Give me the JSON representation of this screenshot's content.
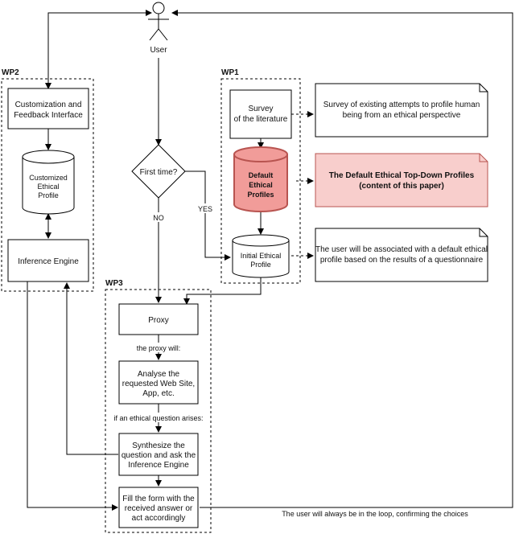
{
  "actor": {
    "label": "User"
  },
  "clusters": {
    "wp1": "WP1",
    "wp2": "WP2",
    "wp3": "WP3"
  },
  "wp2": {
    "customization_line1": "Customization and",
    "customization_line2": "Feedback Interface",
    "profile_line1": "Customized",
    "profile_line2": "Ethical",
    "profile_line3": "Profile",
    "inference": "Inference Engine"
  },
  "decision": {
    "label": "First time?",
    "no": "NO",
    "yes": "YES"
  },
  "wp1": {
    "survey_line1": "Survey",
    "survey_line2": "of the literature",
    "default_line1": "Default",
    "default_line2": "Ethical",
    "default_line3": "Profiles",
    "initial_line1": "Initial Ethical",
    "initial_line2": "Profile"
  },
  "notes": {
    "survey_line1": "Survey of existing attempts to profile human",
    "survey_line2": "being from an ethical perspective",
    "default_line1": "The Default Ethical Top-Down Profiles",
    "default_line2": "(content of this paper)",
    "initial_line1": "The user will be associated with a default ethical",
    "initial_line2": "profile based on the results of a questionnaire"
  },
  "wp3": {
    "proxy": "Proxy",
    "proxy_will": "the proxy will:",
    "analyse_line1": "Analyse the",
    "analyse_line2": "requested Web Site,",
    "analyse_line3": "App, etc.",
    "question_arises": "if an ethical question arises:",
    "synth_line1": "Synthesize the",
    "synth_line2": "question and ask the",
    "synth_line3": "Inference Engine",
    "fill_line1": "Fill the form with the",
    "fill_line2": "received answer or",
    "fill_line3": "act accordingly"
  },
  "loop_note": "The user will always be in the loop, confirming the choices",
  "colors": {
    "highlight_fill": "#f8cecc",
    "highlight_stroke": "#b85450",
    "db_fill": "#f19c99"
  }
}
